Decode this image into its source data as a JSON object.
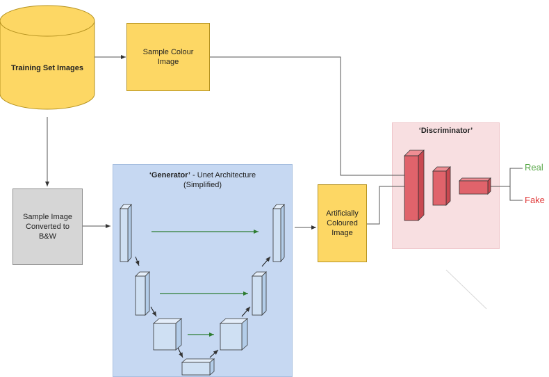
{
  "nodes": {
    "training_set": "Training Set Images",
    "sample_colour": "Sample Colour Image",
    "sample_bw": "Sample Image Converted to B&W",
    "artificial": "Artificially Coloured Image"
  },
  "generator": {
    "title_bold": "‘Generator’",
    "title_rest": " - Unet Architecture",
    "subtitle": "(Simplified)"
  },
  "discriminator": {
    "title": "‘Discriminator’"
  },
  "outputs": {
    "real": "Real",
    "fake": "Fake"
  },
  "colors": {
    "yellow": "#fdd764",
    "gray": "#d6d6d6",
    "generator_panel": "#c6d8f2",
    "discriminator_panel": "#f8dfe1",
    "encoder_block": "#cfe0f3",
    "disc_block": "#e0636b",
    "skip_arrow": "#2e7d32",
    "real_text": "#5aa84a",
    "fake_text": "#e03a3a"
  }
}
